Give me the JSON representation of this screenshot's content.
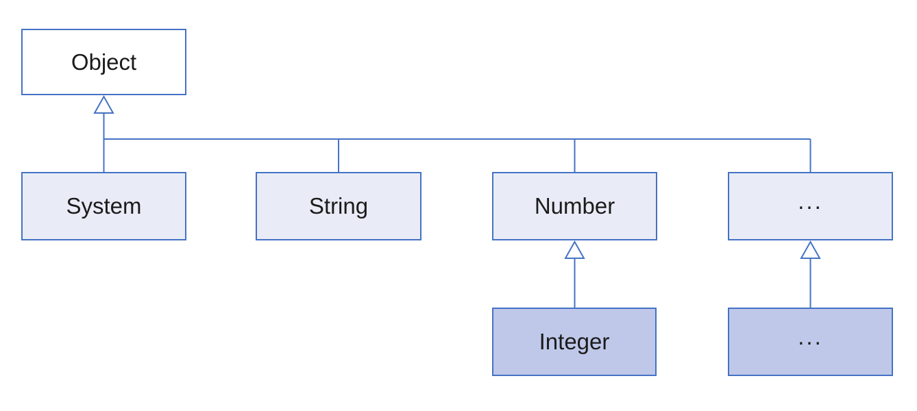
{
  "diagram": {
    "type": "class-inheritance-hierarchy",
    "background_color": "#ffffff",
    "colors": {
      "line_and_border": "#4472C4",
      "root_node_fill": "#ffffff",
      "middle_row_fill": "#E9ECF6",
      "bottom_row_fill": "#BFC8E9",
      "label_text": "#1b1b1b"
    },
    "nodes": {
      "object": {
        "label": "Object"
      },
      "system": {
        "label": "System"
      },
      "string": {
        "label": "String"
      },
      "number": {
        "label": "Number"
      },
      "ellipsis_top": {
        "label": "..."
      },
      "integer": {
        "label": "Integer"
      },
      "ellipsis_bottom": {
        "label": "..."
      }
    },
    "edges": [
      {
        "child": "System",
        "parent": "Object",
        "style": "hollow-triangle-generalization"
      },
      {
        "child": "String",
        "parent": "Object",
        "style": "hollow-triangle-generalization"
      },
      {
        "child": "Number",
        "parent": "Object",
        "style": "hollow-triangle-generalization"
      },
      {
        "child": "...",
        "parent": "Object",
        "style": "hollow-triangle-generalization"
      },
      {
        "child": "Integer",
        "parent": "Number",
        "style": "hollow-triangle-generalization"
      },
      {
        "child": "...",
        "parent": "...",
        "style": "hollow-triangle-generalization"
      }
    ]
  }
}
